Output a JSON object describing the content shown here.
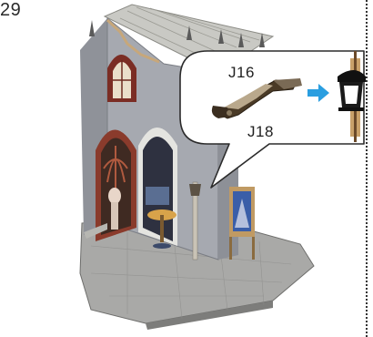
{
  "step": {
    "number": "29"
  },
  "callout": {
    "part_a": "J16",
    "part_b": "J18",
    "arrow_color": "#2a9ee0"
  },
  "icons": {
    "model": "gothic-building-model-image",
    "lantern": "lantern-icon",
    "arrow": "right-arrow-icon"
  }
}
